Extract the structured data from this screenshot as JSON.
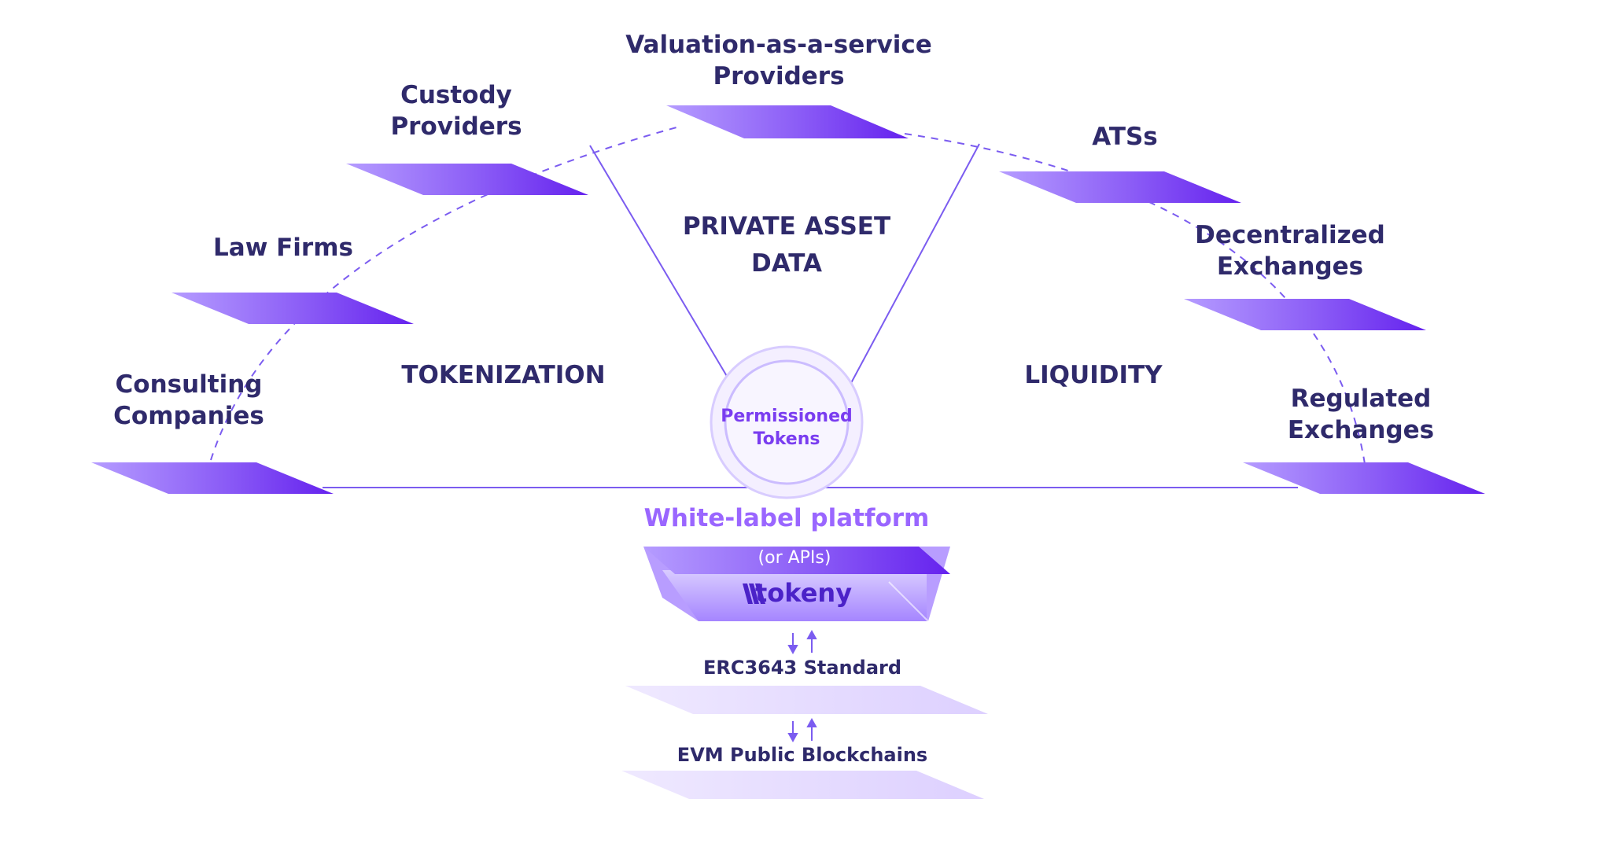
{
  "partners": {
    "valuation": [
      "Valuation-as-a-service",
      "Providers"
    ],
    "custody": [
      "Custody",
      "Providers"
    ],
    "law": [
      "Law Firms"
    ],
    "consulting": [
      "Consulting",
      "Companies"
    ],
    "ats": [
      "ATSs"
    ],
    "dex": [
      "Decentralized",
      "Exchanges"
    ],
    "regulated": [
      "Regulated",
      "Exchanges"
    ]
  },
  "sections": {
    "private_asset_data": [
      "PRIVATE ASSET",
      "DATA"
    ],
    "tokenization": "TOKENIZATION",
    "liquidity": "LIQUIDITY"
  },
  "center": {
    "line1": "Permissioned",
    "line2": "Tokens"
  },
  "platform": {
    "title": "White-label platform",
    "subtitle": "(or APIs)",
    "brand": "tokeny"
  },
  "stack": {
    "standard": "ERC3643 Standard",
    "blockchains": "EVM Public Blockchains"
  },
  "colors": {
    "label": "#2f2a6b",
    "accent": "#7a3df0",
    "tile_start": "#a98bff",
    "tile_end": "#6a2cf0",
    "light_tile": "#e6dcff"
  }
}
